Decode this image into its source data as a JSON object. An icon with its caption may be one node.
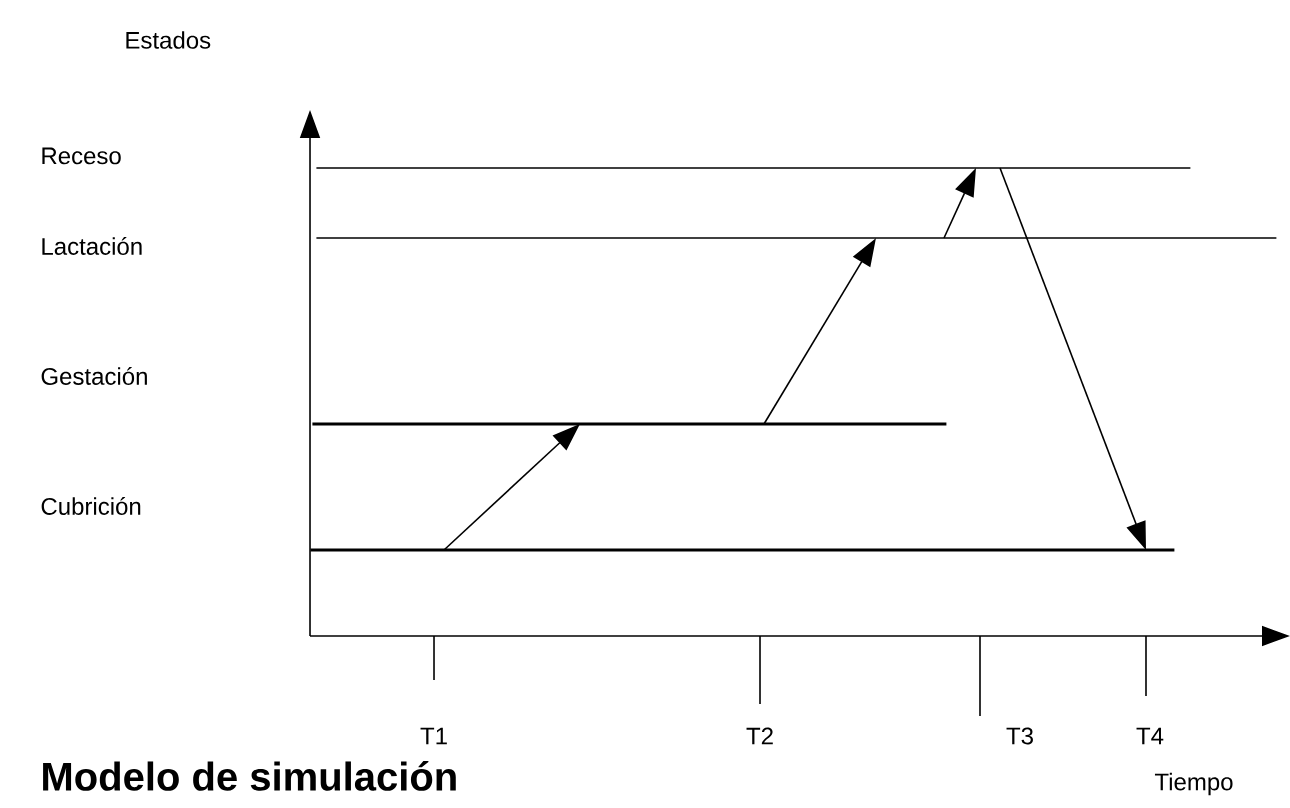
{
  "diagram": {
    "title": "Modelo de simulación",
    "nodes": [
      {
        "text": [],
        "shape": "bar"
      },
      {
        "text": [],
        "shape": "bar"
      },
      {
        "text": [],
        "shape": "bar"
      },
      {
        "text": [],
        "shape": "bar"
      }
    ],
    "edges": [
      {
        "from": 3,
        "to": 2,
        "arrow": "to"
      },
      {
        "from": 2,
        "to": 1,
        "arrow": "to"
      },
      {
        "from": 1,
        "to": 0,
        "arrow": "to"
      },
      {
        "from": 0,
        "to": 3,
        "arrow": "to"
      }
    ],
    "labels": [
      "Estados",
      "Receso",
      "Lactación",
      "Gestación",
      "Cubrición",
      "T1",
      "T2",
      "T3",
      "T4",
      "Tiempo"
    ]
  }
}
